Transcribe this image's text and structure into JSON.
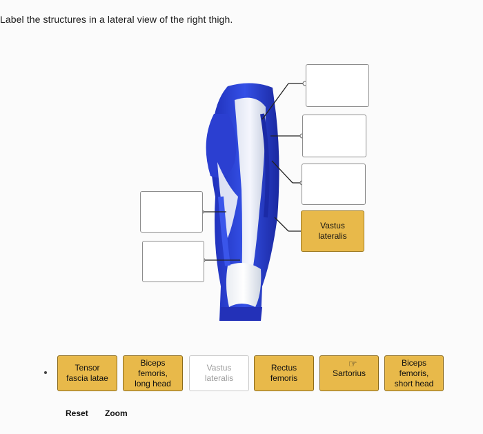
{
  "instruction": "Label the structures in a lateral view of the right thigh.",
  "targets": {
    "right_top": "",
    "right_2": "",
    "right_3": "",
    "right_4": "Vastus\nlateralis",
    "left_1": "",
    "left_2": ""
  },
  "tiles": [
    {
      "label": "Tensor\nfascia latae",
      "state": "active"
    },
    {
      "label": "Biceps\nfemoris,\nlong head",
      "state": "active"
    },
    {
      "label": "Vastus\nlateralis",
      "state": "used"
    },
    {
      "label": "Rectus\nfemoris",
      "state": "active"
    },
    {
      "label": "Sartorius",
      "state": "active"
    },
    {
      "label": "Biceps\nfemoris,\nshort head",
      "state": "active"
    }
  ],
  "footer": {
    "reset": "Reset",
    "zoom": "Zoom"
  },
  "icons": {
    "cursor": "hand-pointer-icon"
  },
  "colors": {
    "tile_active": "#e8b94a",
    "muscle_blue": "#2b3fd1"
  }
}
